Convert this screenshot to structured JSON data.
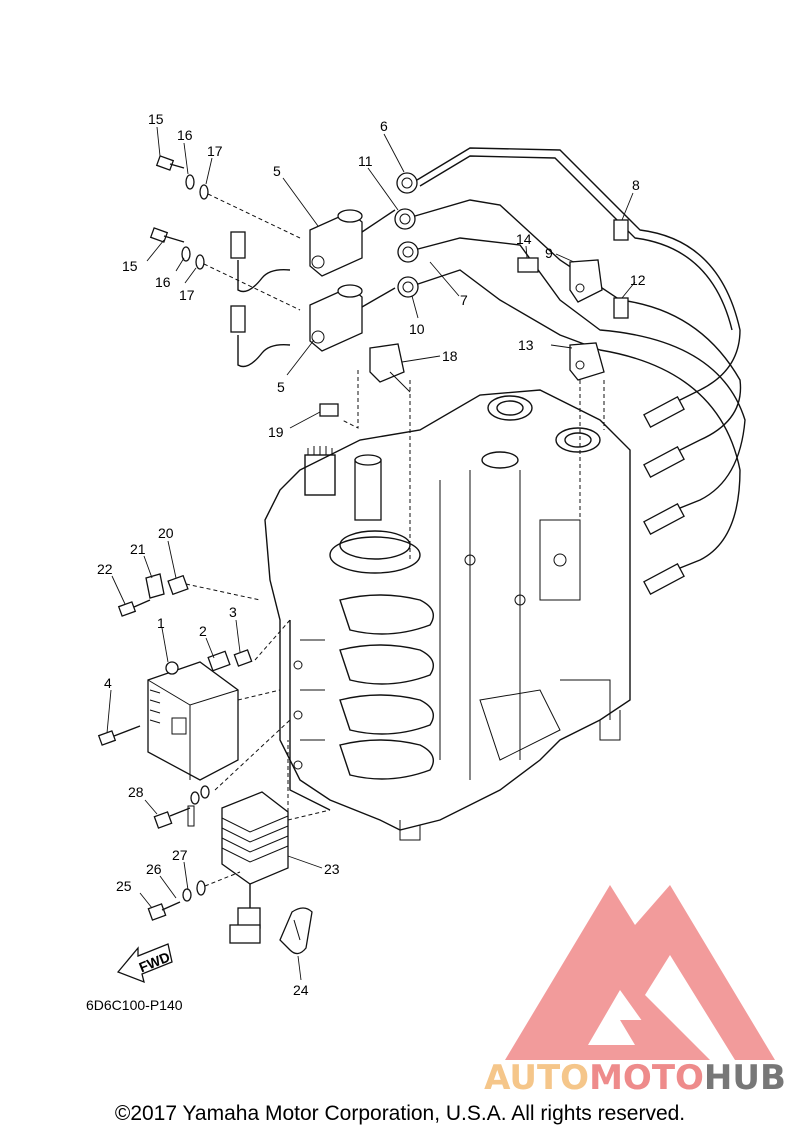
{
  "callouts": [
    {
      "id": "c15a",
      "text": "15"
    },
    {
      "id": "c16a",
      "text": "16"
    },
    {
      "id": "c17a",
      "text": "17"
    },
    {
      "id": "c5a",
      "text": "5"
    },
    {
      "id": "c6",
      "text": "6"
    },
    {
      "id": "c11",
      "text": "11"
    },
    {
      "id": "c8",
      "text": "8"
    },
    {
      "id": "c14",
      "text": "14"
    },
    {
      "id": "c9",
      "text": "9"
    },
    {
      "id": "c12",
      "text": "12"
    },
    {
      "id": "c15b",
      "text": "15"
    },
    {
      "id": "c16b",
      "text": "16"
    },
    {
      "id": "c17b",
      "text": "17"
    },
    {
      "id": "c7",
      "text": "7"
    },
    {
      "id": "c10",
      "text": "10"
    },
    {
      "id": "c13",
      "text": "13"
    },
    {
      "id": "c18",
      "text": "18"
    },
    {
      "id": "c5b",
      "text": "5"
    },
    {
      "id": "c19",
      "text": "19"
    },
    {
      "id": "c20",
      "text": "20"
    },
    {
      "id": "c21",
      "text": "21"
    },
    {
      "id": "c22",
      "text": "22"
    },
    {
      "id": "c3",
      "text": "3"
    },
    {
      "id": "c1",
      "text": "1"
    },
    {
      "id": "c2",
      "text": "2"
    },
    {
      "id": "c4",
      "text": "4"
    },
    {
      "id": "c28",
      "text": "28"
    },
    {
      "id": "c27",
      "text": "27"
    },
    {
      "id": "c26",
      "text": "26"
    },
    {
      "id": "c23",
      "text": "23"
    },
    {
      "id": "c25",
      "text": "25"
    },
    {
      "id": "c24",
      "text": "24"
    }
  ],
  "fwd_label": "FWD",
  "diagram_code": "6D6C100-P140",
  "copyright": "©2017 Yamaha Motor Corporation, U.S.A. All rights reserved.",
  "watermark": {
    "part1": "AUTO",
    "part2": "MOTO",
    "part3": "HUB",
    "colors": {
      "auto": "#f5c68a",
      "moto": "#ee8b8b",
      "hub": "#777777",
      "logo": "#f08a8a"
    }
  }
}
